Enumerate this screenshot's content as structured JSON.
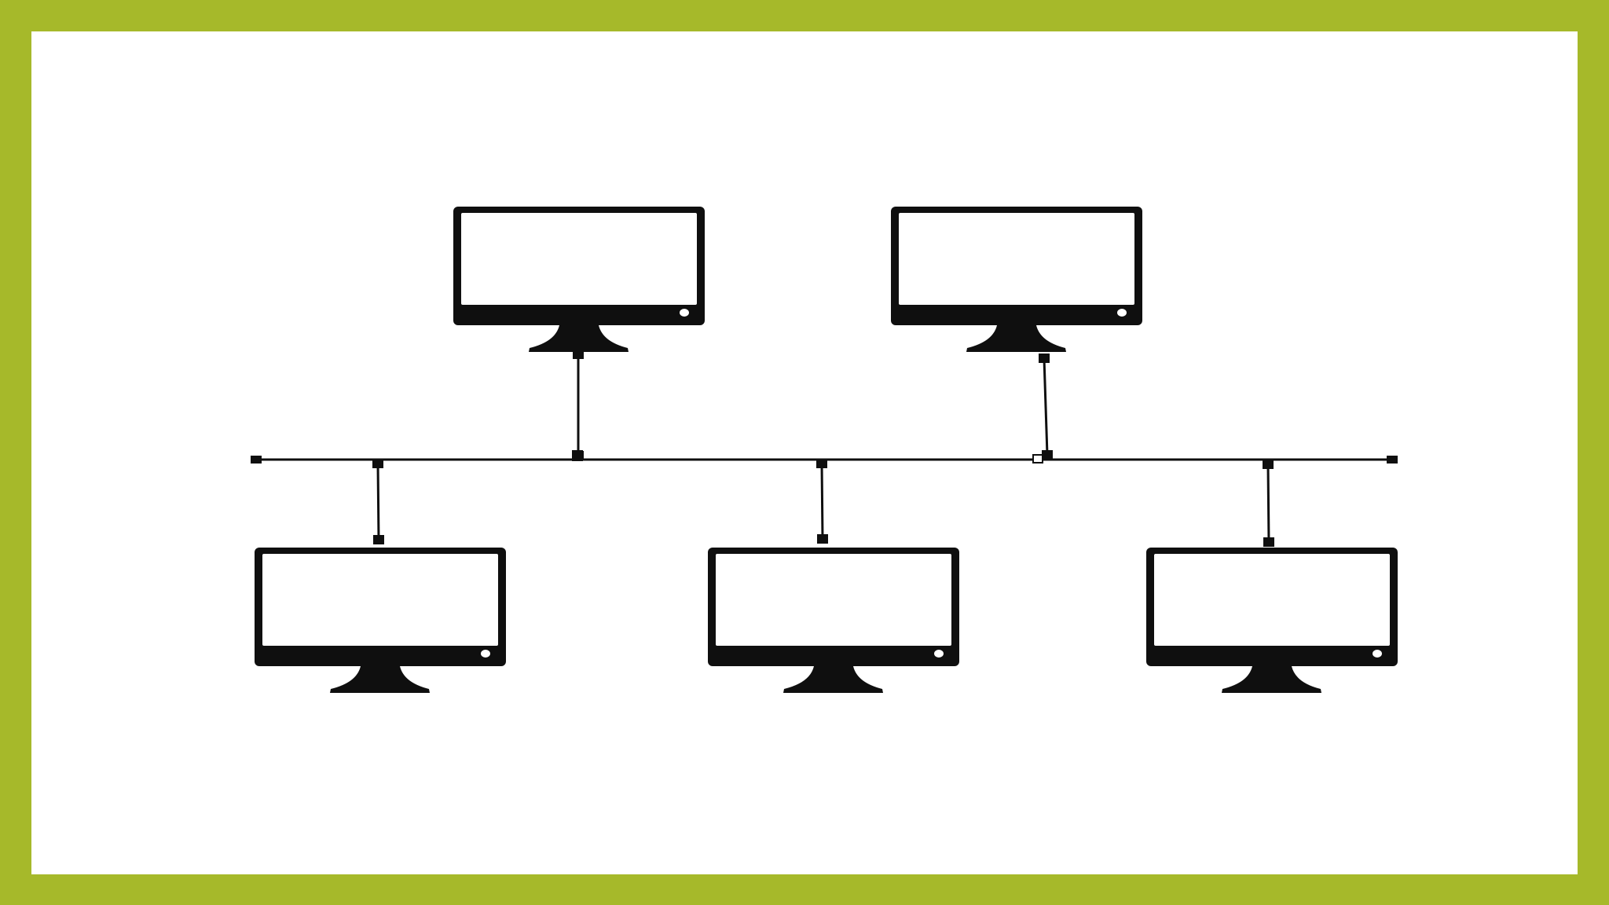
{
  "theme": {
    "frame_color": "#a6b92a",
    "background_color": "#ffffff",
    "ink_color": "#0f0f0f"
  },
  "diagram": {
    "type": "bus-topology",
    "bus": {
      "terminators": 2
    },
    "nodes": [
      {
        "icon": "computer-monitor-icon",
        "row": "top",
        "order": 1
      },
      {
        "icon": "computer-monitor-icon",
        "row": "top",
        "order": 2
      },
      {
        "icon": "computer-monitor-icon",
        "row": "bottom",
        "order": 1
      },
      {
        "icon": "computer-monitor-icon",
        "row": "bottom",
        "order": 2
      },
      {
        "icon": "computer-monitor-icon",
        "row": "bottom",
        "order": 3
      }
    ]
  }
}
